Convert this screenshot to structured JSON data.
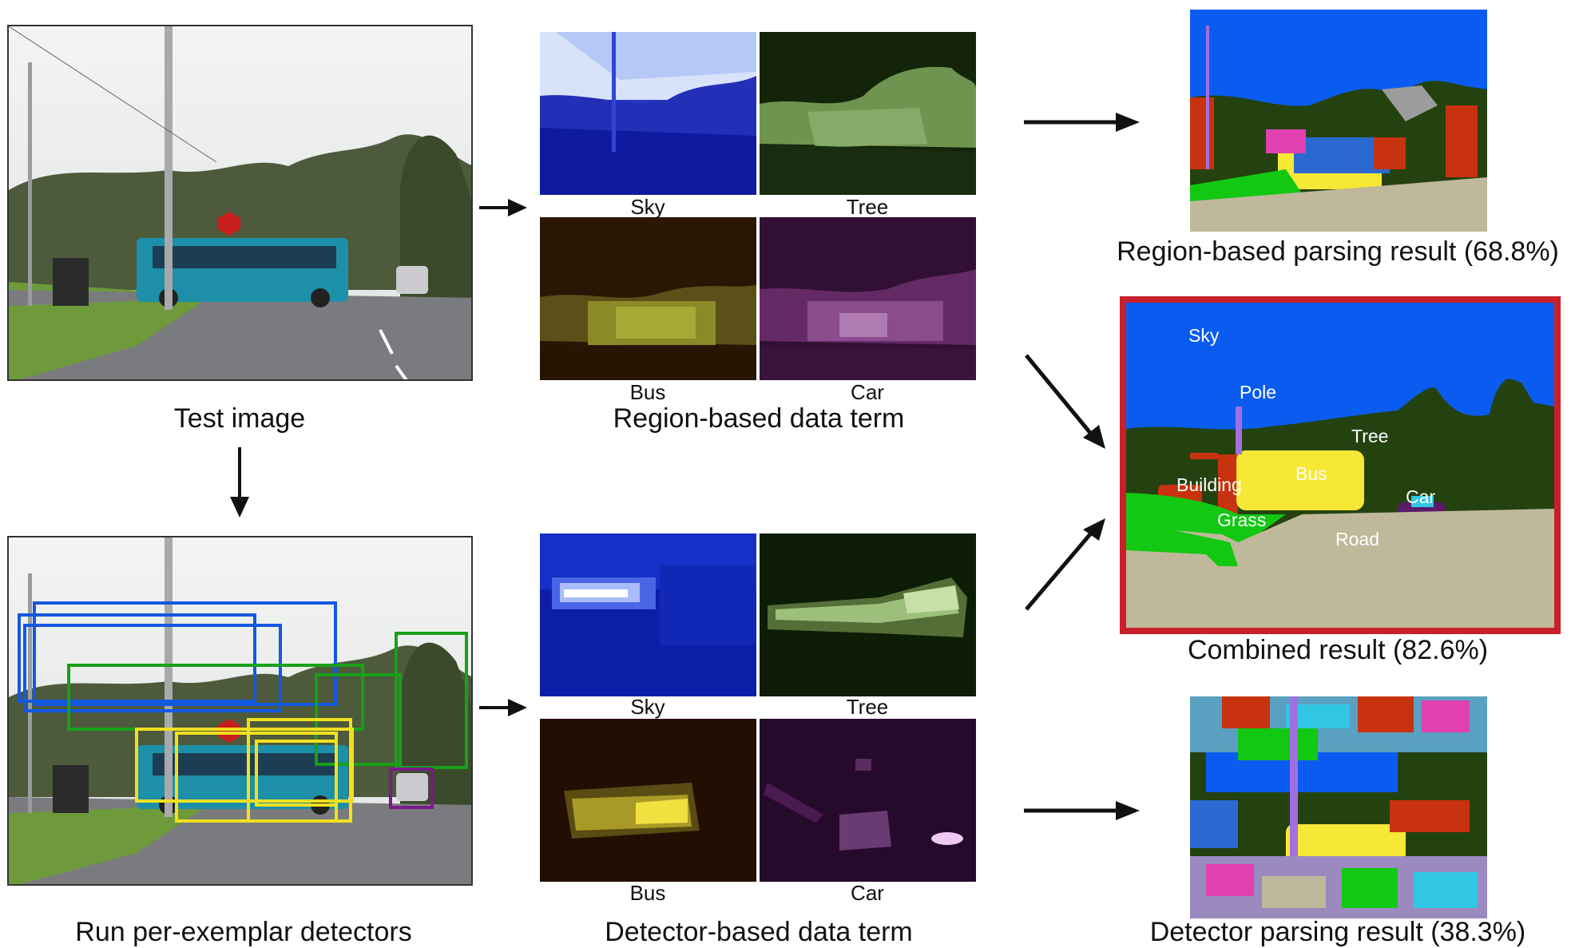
{
  "captions": {
    "test_image": "Test image",
    "run_detectors": "Run per-exemplar detectors",
    "region_data_term": "Region-based data term",
    "detector_data_term": "Detector-based data term",
    "region_result": "Region-based parsing result (68.8%)",
    "combined_result": "Combined result (82.6%)",
    "detector_result": "Detector parsing result (38.3%)"
  },
  "data_term_labels": {
    "sky": "Sky",
    "tree": "Tree",
    "bus": "Bus",
    "car": "Car"
  },
  "combined_labels": {
    "sky": "Sky",
    "pole": "Pole",
    "tree": "Tree",
    "bus": "Bus",
    "building": "Building",
    "car": "Car",
    "grass": "Grass",
    "road": "Road"
  },
  "colors": {
    "sky": "#0a5cf0",
    "tree": "#24420f",
    "bus": "#f7e835",
    "grass": "#12c812",
    "road": "#c0b89a",
    "building": "#c8320f",
    "pole": "#a070e0",
    "car": "#5a1a6a",
    "frame": "#c8202a",
    "box_blue": "#1558e0",
    "box_green": "#18a018",
    "box_yellow": "#f0e020",
    "box_purple": "#7a1a8a"
  }
}
